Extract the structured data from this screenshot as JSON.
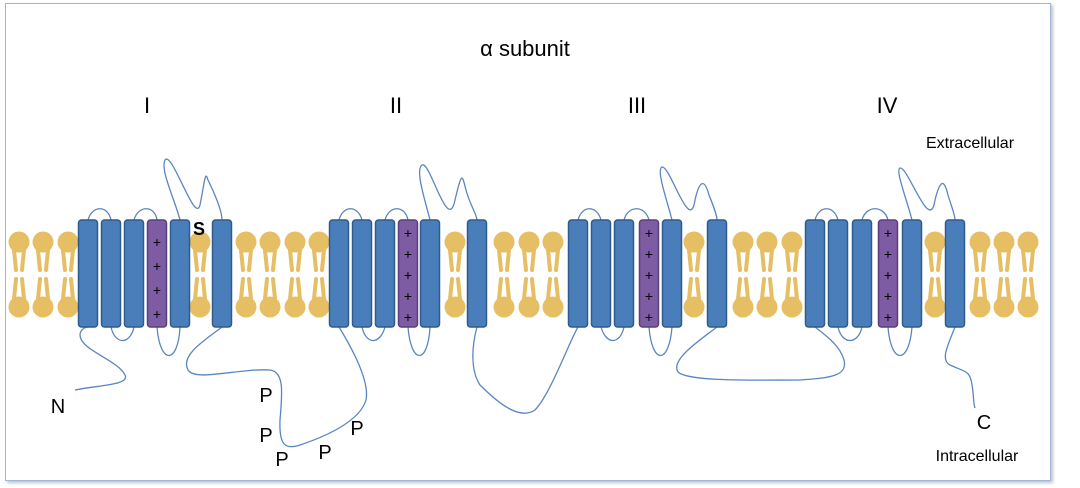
{
  "title": "α subunit",
  "domains": [
    {
      "label": "I",
      "voltage_sensor_charges": 4,
      "has_s_label": true
    },
    {
      "label": "II",
      "voltage_sensor_charges": 5,
      "has_s_label": false
    },
    {
      "label": "III",
      "voltage_sensor_charges": 5,
      "has_s_label": false
    },
    {
      "label": "IV",
      "voltage_sensor_charges": 5,
      "has_s_label": false
    }
  ],
  "s_label": "S",
  "charge_symbol": "+",
  "region_labels": {
    "extracellular": "Extracellular",
    "intracellular": "Intracellular"
  },
  "termini": {
    "n": "N",
    "c": "C"
  },
  "phosphorylation_label": "P",
  "phosphorylation_site_count": 5,
  "colors": {
    "helix": "#4a7ebb",
    "helix_border": "#2f5a8c",
    "voltage_sensor": "#7d5ca3",
    "voltage_sensor_border": "#5a3f7c",
    "lipid": "#e6be64",
    "chain": "#5a86c0",
    "frame_border": "#9bb7d9"
  }
}
